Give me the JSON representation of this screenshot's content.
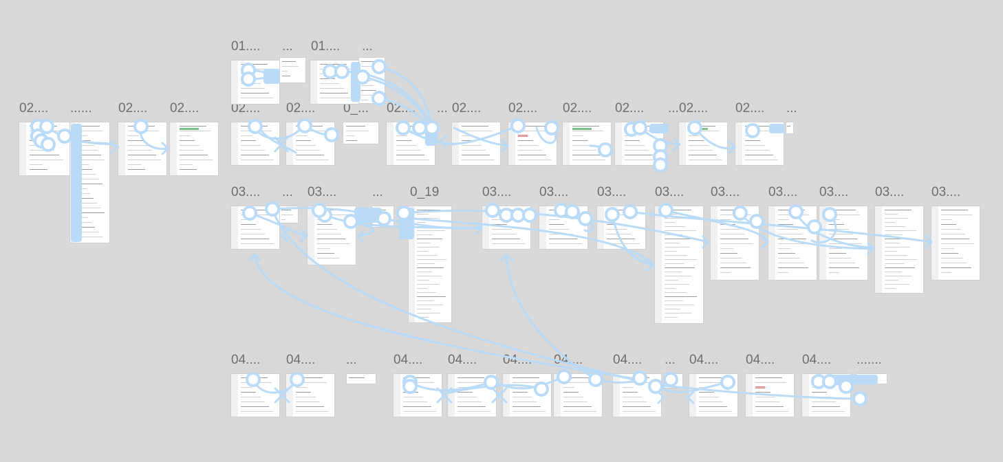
{
  "canvas": {
    "background": "#d9d9d9",
    "connector_color": "#b9dbf7"
  },
  "frame_labels": {
    "r0": [
      "01....",
      "...",
      "01....",
      "..."
    ],
    "r1": [
      "02....",
      "......",
      "02....",
      "02....",
      "02....",
      "02....",
      "0_...",
      "02....",
      "...",
      "02....",
      "02....",
      "02....",
      "02....",
      "...",
      "02....",
      "02....",
      "..."
    ],
    "r2": [
      "03....",
      "...",
      "03....",
      "...",
      "0_19",
      "03....",
      "03....",
      "03....",
      "03....",
      "03....",
      "03....",
      "03....",
      "03....",
      "03...."
    ],
    "r3": [
      "04....",
      "04....",
      "...",
      "04....",
      "04....",
      "04....",
      "04....",
      "04....",
      "...",
      "04....",
      "04....",
      "04....",
      "......."
    ]
  }
}
